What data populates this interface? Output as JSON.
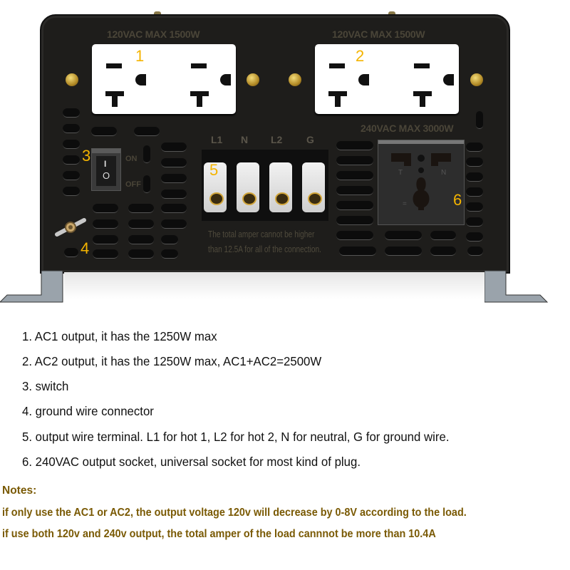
{
  "device": {
    "outlet1_rating": "120VAC MAX 1500W",
    "outlet2_rating": "120VAC MAX 1500W",
    "outlet3_rating": "240VAC MAX 3000W",
    "switch_on_label": "ON",
    "switch_off_label": "OFF",
    "switch_on_symbol": "I",
    "switch_off_symbol": "O",
    "terminal_labels": [
      "L1",
      "N",
      "L2",
      "G"
    ],
    "terminal_warning_line1": "The total amper  cannot be higher",
    "terminal_warning_line2": "than 12.5A for all of the connection.",
    "universal_socket_labels": {
      "left": "T",
      "right": "N",
      "bottom": "="
    },
    "callouts": [
      "1",
      "2",
      "3",
      "4",
      "5",
      "6"
    ],
    "callout_color": "#f4b400"
  },
  "legend": {
    "items": [
      "1. AC1 output, it has the 1250W max",
      "2. AC2 output, it has the 1250W max, AC1+AC2=2500W",
      "3. switch",
      "4. ground wire connector",
      "5. output wire terminal. L1 for hot 1, L2 for hot 2, N for neutral, G for ground wire.",
      "6. 240VAC output socket, universal socket for most kind of plug."
    ]
  },
  "notes": {
    "title": "Notes:",
    "lines": [
      "if only use the AC1 or AC2, the output voltage 120v will decrease by 0-8V according to the load.",
      "if use both 120v and 240v output, the total amper of the load cannnot be more than 10.4A"
    ],
    "color": "#7a5a05"
  }
}
